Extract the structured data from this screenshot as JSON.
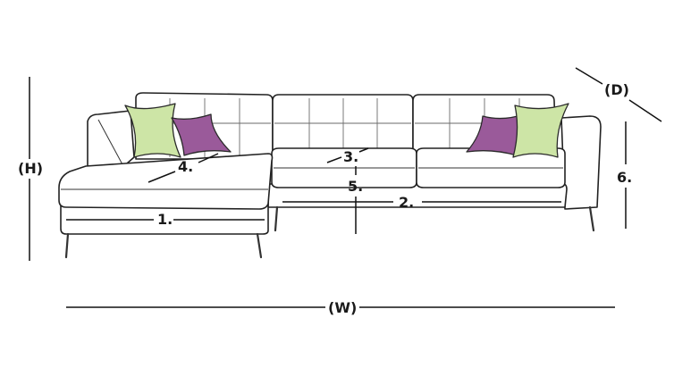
{
  "labels": {
    "height": "(H)",
    "width": "(W)",
    "depth": "(D)",
    "seat_width_chaise": "1.",
    "seat_width_main": "2.",
    "seat_depth": "3.",
    "chaise_depth": "4.",
    "seat_height": "5.",
    "arm_height": "6."
  },
  "colors": {
    "pillow_green": "#cde5a6",
    "pillow_purple": "#9a5a9a",
    "outline": "#222222"
  }
}
